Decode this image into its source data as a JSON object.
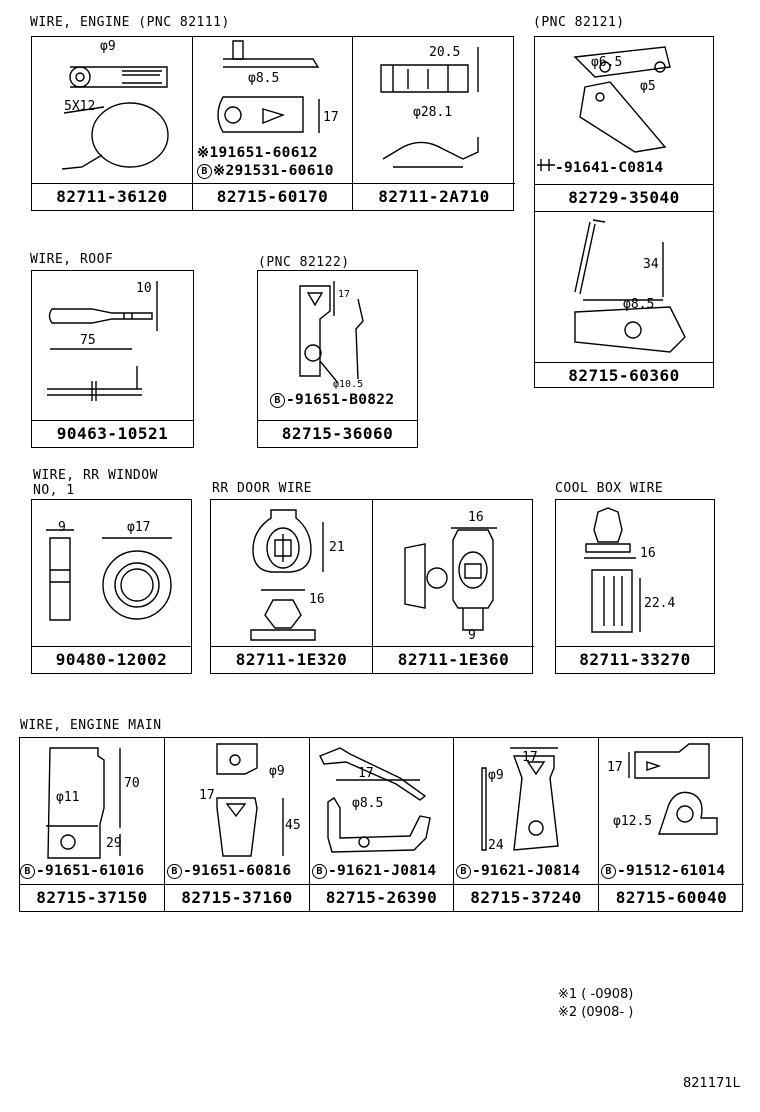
{
  "section_labels": {
    "wire_engine": "WIRE, ENGINE  (PNC 82111)",
    "pnc_82121": "(PNC 82121)",
    "wire_roof": "WIRE, ROOF",
    "pnc_82122": "(PNC 82122)",
    "wire_rr_window_1": "WIRE, RR WINDOW",
    "wire_rr_window_2": "NO, 1",
    "rr_door_wire": "RR DOOR WIRE",
    "cool_box_wire": "COOL BOX WIRE",
    "wire_engine_main": "WIRE, ENGINE MAIN"
  },
  "parts": {
    "p_82711_36120": "82711-36120",
    "p_82715_60170": "82715-60170",
    "p_82711_2A710": "82711-2A710",
    "p_82729_35040": "82729-35040",
    "p_82715_60360": "82715-60360",
    "p_90463_10521": "90463-10521",
    "p_82715_36060": "82715-36060",
    "p_90480_12002": "90480-12002",
    "p_82711_1E320": "82711-1E320",
    "p_82711_1E360": "82711-1E360",
    "p_82711_33270": "82711-33270",
    "p_82715_37150": "82715-37150",
    "p_82715_37160": "82715-37160",
    "p_82715_26390": "82715-26390",
    "p_82715_37240": "82715-37240",
    "p_82715_60040": "82715-60040"
  },
  "subparts": {
    "s1": "※191651-60612",
    "s2": "※291531-60610",
    "s3": "-91641-C0814",
    "s4": "-91651-B0822",
    "s5": "-91651-61016",
    "s6": "-91651-60816",
    "s7": "-91621-J0814",
    "s8": "-91621-J0814",
    "s9": "-91512-61014",
    "b_marker": "B"
  },
  "dims": {
    "d_phi9": "φ9",
    "d_5x12": "5X12",
    "d_phi8_5a": "φ8.5",
    "d_17a": "17",
    "d_20_5": "20.5",
    "d_phi28_1": "φ28.1",
    "d_phi6_5": "φ6.5",
    "d_phi5": "φ5",
    "d_34": "34",
    "d_phi8_5b": "φ8.5",
    "d_10": "10",
    "d_75": "75",
    "d_17b": "17",
    "d_phi10_5": "φ10.5",
    "d_9a": "9",
    "d_phi17": "φ17",
    "d_21": "21",
    "d_16a": "16",
    "d_16b": "16",
    "d_9b": "9",
    "d_16c": "16",
    "d_22_4": "22.4",
    "d_70": "70",
    "d_phi11": "φ11",
    "d_29": "29",
    "d_phi9b": "φ9",
    "d_17c": "17",
    "d_45": "45",
    "d_17d": "17",
    "d_phi8_5c": "φ8.5",
    "d_17e": "17",
    "d_phi9c": "φ9",
    "d_24": "24",
    "d_17f": "17",
    "d_phi12_5": "φ12.5"
  },
  "notes": {
    "n1": "※1 (     -0908)",
    "n2": "※2 (0908-      )"
  },
  "figure_id": "821171L"
}
